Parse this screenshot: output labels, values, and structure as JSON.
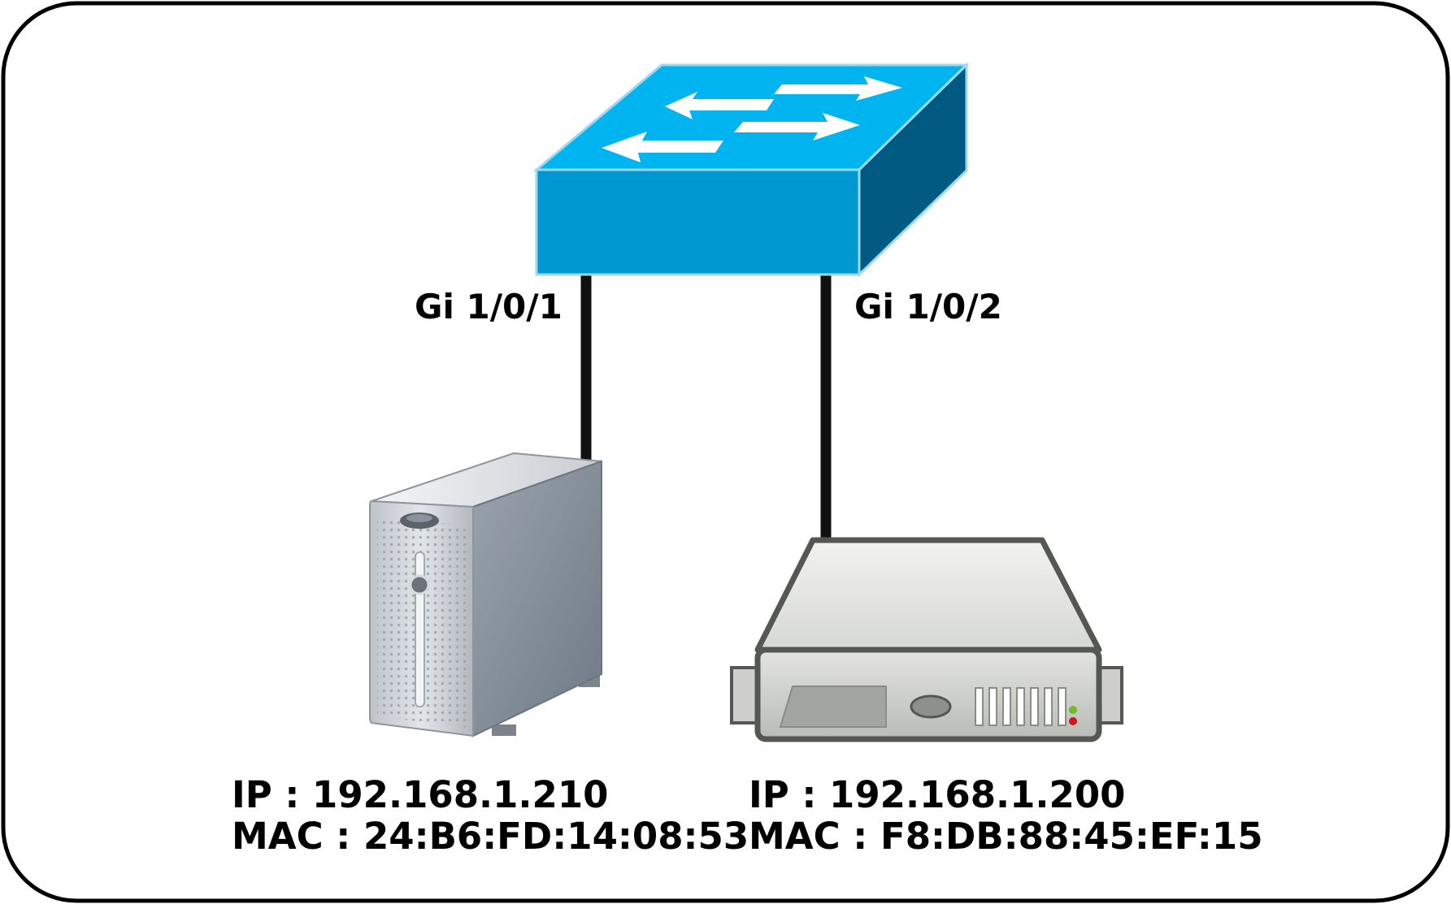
{
  "colors": {
    "frame": "#000000",
    "link": "#111111",
    "switch_top": "#00b4f0",
    "switch_front": "#0098d0",
    "switch_side": "#005a82",
    "switch_edge": "#9ed8ef",
    "arrow": "#ffffff"
  },
  "diagram": {
    "switch": {
      "icon": "network-switch-icon",
      "ports": [
        {
          "label": "Gi 1/0/1"
        },
        {
          "label": "Gi 1/0/2"
        }
      ]
    },
    "hosts": [
      {
        "icon": "tower-computer-icon",
        "ip": "IP : 192.168.1.210",
        "mac": "MAC : 24:B6:FD:14:08:53"
      },
      {
        "icon": "rack-server-icon",
        "ip": "IP : 192.168.1.200",
        "mac": "MAC : F8:DB:88:45:EF:15"
      }
    ]
  }
}
